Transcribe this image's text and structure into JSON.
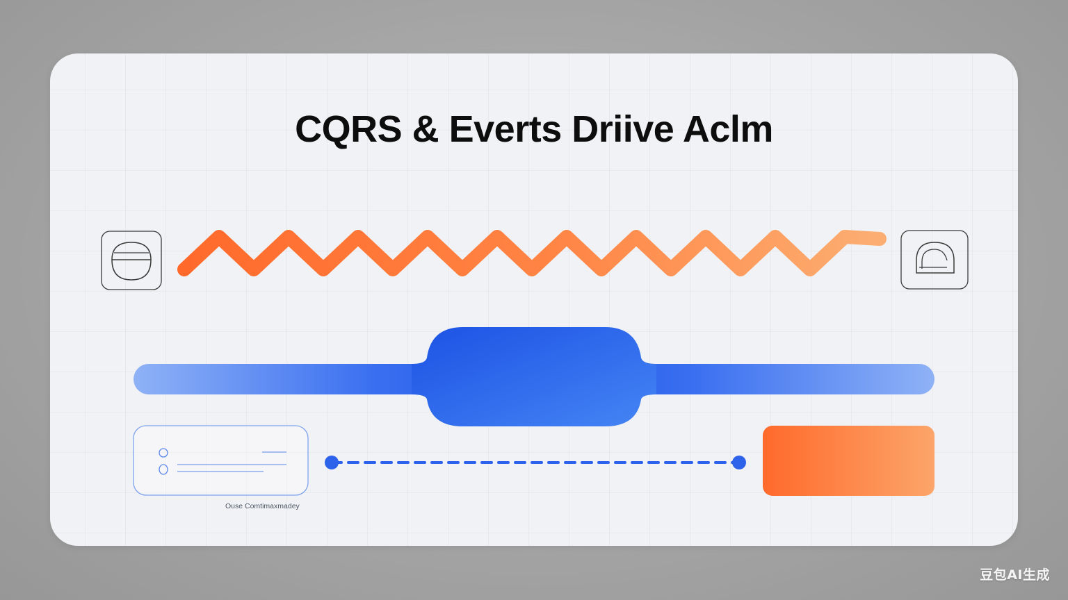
{
  "title": "CQRS & Everts Driive Aclm",
  "command_box": {
    "label": "Ouse Comtimaxmadey"
  },
  "watermark": "豆包AI生成",
  "icons": {
    "left": "command-box-icon",
    "right": "arch-icon"
  },
  "colors": {
    "orange_start": "#ff6a2b",
    "orange_end": "#fcae72",
    "blue_main": "#1f57e7",
    "blue_light": "#8fb2f6",
    "outline_blue": "#7da2ee",
    "stroke_dark": "#3a3a3a"
  }
}
